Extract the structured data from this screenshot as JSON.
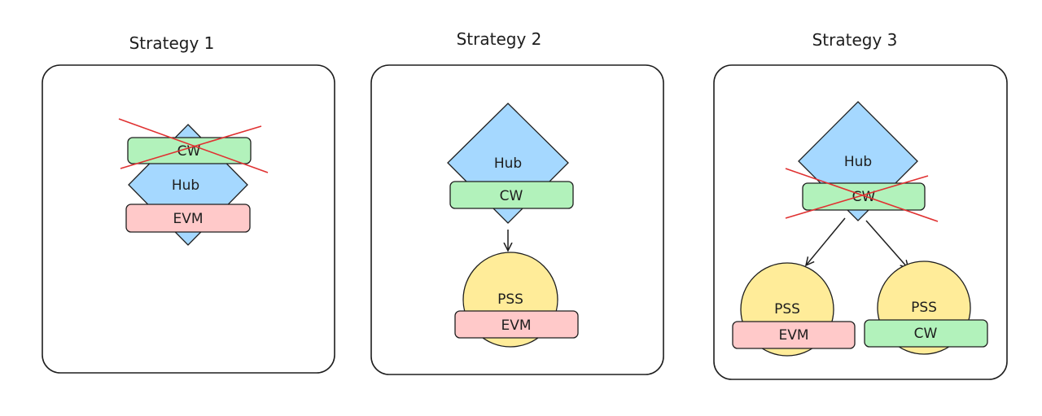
{
  "colors": {
    "hub": "#a5d8ff",
    "pss": "#ffec99",
    "cw": "#b2f2bb",
    "evm": "#ffc9c9",
    "stroke": "#1e1e1e",
    "cross": "#e03131"
  },
  "strategies": [
    {
      "title": "Strategy 1",
      "hub": "Hub",
      "cw": "CW",
      "evm": "EVM",
      "cw_crossed_out": true
    },
    {
      "title": "Strategy 2",
      "hub": "Hub",
      "cw": "CW",
      "pss": "PSS",
      "evm": "EVM",
      "arrow": "Hub → PSS"
    },
    {
      "title": "Strategy 3",
      "hub": "Hub",
      "cw": "CW",
      "cw_crossed_out": true,
      "pss_left": "PSS",
      "evm": "EVM",
      "pss_right": "PSS",
      "cw_right": "CW",
      "arrows": [
        "Hub → PSS (EVM)",
        "Hub → PSS (CW)"
      ]
    }
  ]
}
